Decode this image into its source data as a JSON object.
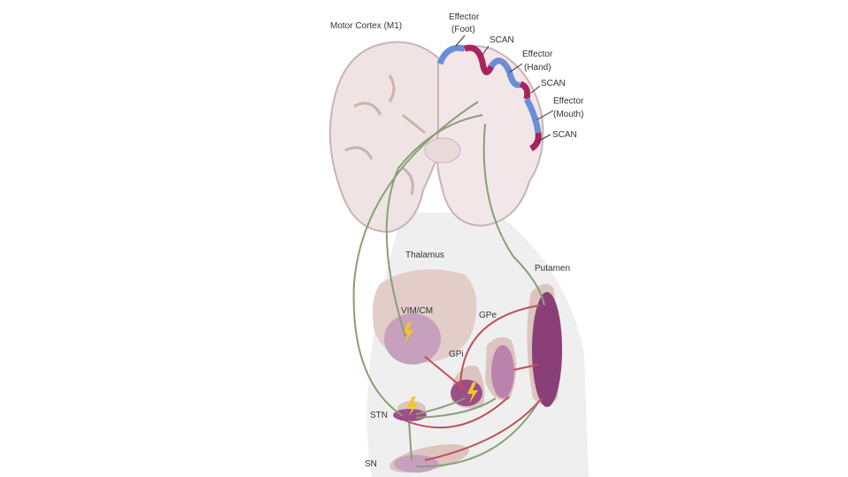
{
  "diagram": {
    "cortex": {
      "title": "Motor Cortex (M1)",
      "effector_foot": [
        "Effector",
        "(Foot)"
      ],
      "scan_1": "SCAN",
      "effector_hand": [
        "Effector",
        "(Hand)"
      ],
      "scan_2": "SCAN",
      "effector_mouth": [
        "Effector",
        "(Mouth)"
      ],
      "scan_3": "SCAN"
    },
    "structures": {
      "thalamus": "Thalamus",
      "vim_cm": "VIM/CM",
      "putamen": "Putamen",
      "gpe": "GPe",
      "gpi": "GPi",
      "stn": "STN",
      "sn": "SN"
    },
    "colors": {
      "effector": "#6a8fd8",
      "scan": "#a8245e",
      "excitatory": "#8a9e78",
      "inhibitory": "#c0505a",
      "brain": "#f1e4e4",
      "nucleus": "#b983ad",
      "putamen": "#8a3f78"
    }
  }
}
